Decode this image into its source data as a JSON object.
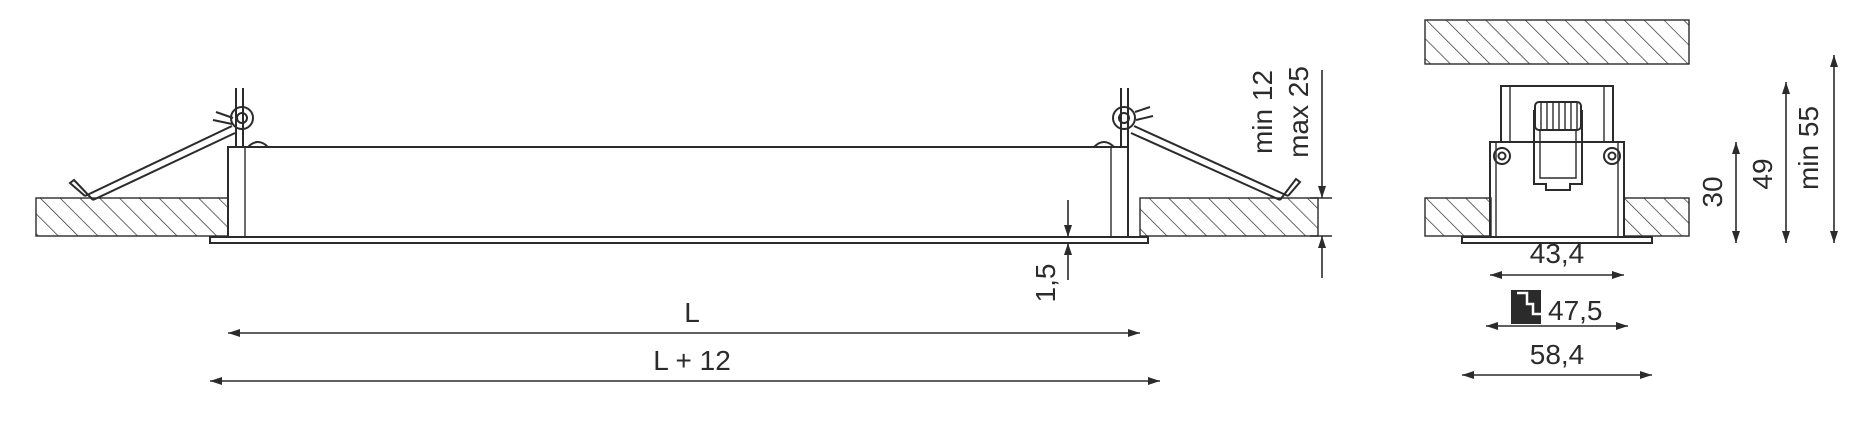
{
  "side_view": {
    "L": "L",
    "L_plus_12": "L + 12",
    "flange": "1,5",
    "min_thickness": "min 12",
    "max_thickness": "max 25"
  },
  "end_view": {
    "height_30": "30",
    "height_49": "49",
    "min_55": "min 55",
    "width_43_4": "43,4",
    "cutout_47_5": "47,5",
    "width_58_4": "58,4"
  },
  "colors": {
    "line": "#2b2b2b",
    "background": "#ffffff"
  },
  "icons": {
    "cutout": "ceiling-cutout-icon"
  }
}
